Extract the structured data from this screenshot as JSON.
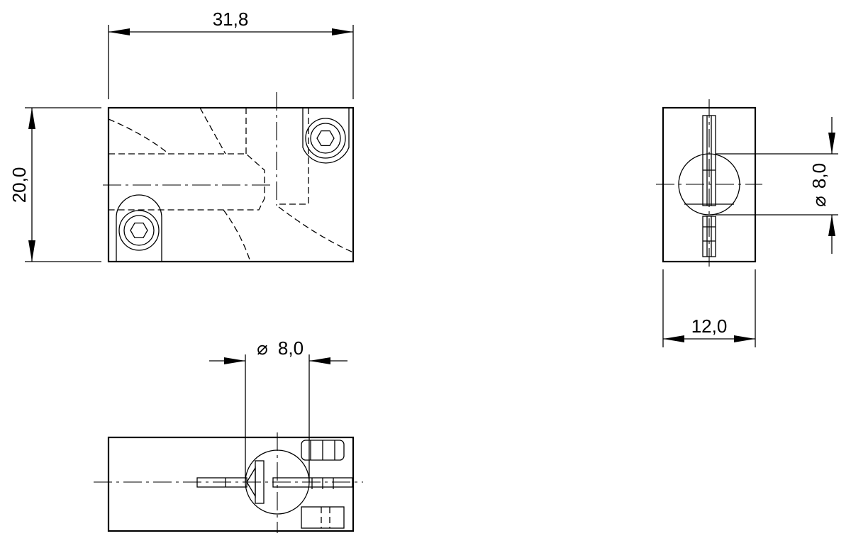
{
  "drawing": {
    "dimensions": {
      "front_width": "31,8",
      "front_height": "20,0",
      "side_width": "12,0",
      "side_diameter": "8,0",
      "top_diameter": "8,0"
    },
    "diameter_symbol": "⌀"
  }
}
